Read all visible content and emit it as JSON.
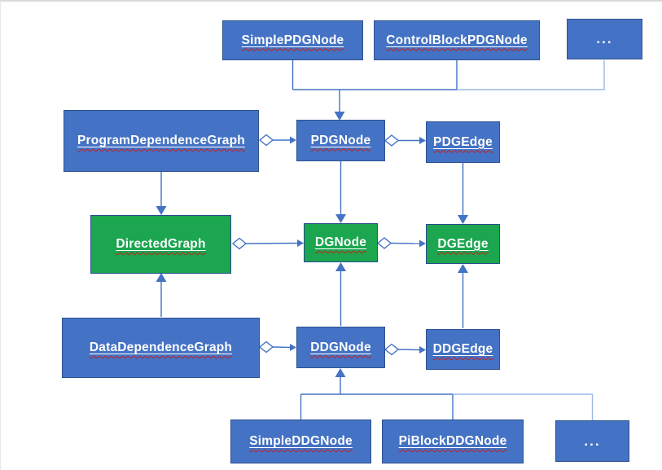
{
  "diagram": {
    "description": "Class hierarchy diagram of dependence-graph classes",
    "colors": {
      "node_blue": "#4472C4",
      "node_green": "#1BA64F",
      "node_border": "#2F528F",
      "line": "#4472C4",
      "line_light": "#9CB7E5",
      "text": "#ffffff",
      "spellcheck_wavy": "#c42020"
    }
  },
  "nodes": [
    {
      "id": "SimplePDGNode",
      "label": "SimplePDGNode",
      "fill": "blue"
    },
    {
      "id": "ControlBlockPDGNode",
      "label": "ControlBlockPDGNode",
      "fill": "blue"
    },
    {
      "id": "ellipsis-top",
      "label": "...",
      "fill": "blue"
    },
    {
      "id": "ProgramDependenceGraph",
      "label": "ProgramDependenceGraph",
      "fill": "blue"
    },
    {
      "id": "PDGNode",
      "label": "PDGNode",
      "fill": "blue"
    },
    {
      "id": "PDGEdge",
      "label": "PDGEdge",
      "fill": "blue"
    },
    {
      "id": "DirectedGraph",
      "label": "DirectedGraph",
      "fill": "green"
    },
    {
      "id": "DGNode",
      "label": "DGNode",
      "fill": "green"
    },
    {
      "id": "DGEdge",
      "label": "DGEdge",
      "fill": "green"
    },
    {
      "id": "DataDependenceGraph",
      "label": "DataDependenceGraph",
      "fill": "blue"
    },
    {
      "id": "DDGNode",
      "label": "DDGNode",
      "fill": "blue"
    },
    {
      "id": "DDGEdge",
      "label": "DDGEdge",
      "fill": "blue"
    },
    {
      "id": "SimpleDDGNode",
      "label": "SimpleDDGNode",
      "fill": "blue"
    },
    {
      "id": "PiBlockDDGNode",
      "label": "PiBlockDDGNode",
      "fill": "blue"
    },
    {
      "id": "ellipsis-bottom",
      "label": "...",
      "fill": "blue"
    }
  ],
  "edges": [
    {
      "from": "SimplePDGNode",
      "to": "PDGNode",
      "type": "inheritance-arrow"
    },
    {
      "from": "ControlBlockPDGNode",
      "to": "PDGNode",
      "type": "inheritance-arrow"
    },
    {
      "from": "ellipsis-top",
      "to": "PDGNode",
      "type": "inheritance-arrow"
    },
    {
      "from": "ProgramDependenceGraph",
      "to": "PDGNode",
      "type": "aggregation-diamond"
    },
    {
      "from": "PDGNode",
      "to": "PDGEdge",
      "type": "aggregation-diamond"
    },
    {
      "from": "ProgramDependenceGraph",
      "to": "DirectedGraph",
      "type": "inheritance-arrow"
    },
    {
      "from": "PDGNode",
      "to": "DGNode",
      "type": "inheritance-arrow"
    },
    {
      "from": "PDGEdge",
      "to": "DGEdge",
      "type": "inheritance-arrow"
    },
    {
      "from": "DirectedGraph",
      "to": "DGNode",
      "type": "aggregation-diamond"
    },
    {
      "from": "DGNode",
      "to": "DGEdge",
      "type": "aggregation-diamond"
    },
    {
      "from": "DataDependenceGraph",
      "to": "DirectedGraph",
      "type": "inheritance-arrow"
    },
    {
      "from": "DDGNode",
      "to": "DGNode",
      "type": "inheritance-arrow"
    },
    {
      "from": "DDGEdge",
      "to": "DGEdge",
      "type": "inheritance-arrow"
    },
    {
      "from": "DataDependenceGraph",
      "to": "DDGNode",
      "type": "aggregation-diamond"
    },
    {
      "from": "DDGNode",
      "to": "DDGEdge",
      "type": "aggregation-diamond"
    },
    {
      "from": "SimpleDDGNode",
      "to": "DDGNode",
      "type": "inheritance-arrow"
    },
    {
      "from": "PiBlockDDGNode",
      "to": "DDGNode",
      "type": "inheritance-arrow"
    },
    {
      "from": "ellipsis-bottom",
      "to": "DDGNode",
      "type": "inheritance-arrow"
    }
  ]
}
